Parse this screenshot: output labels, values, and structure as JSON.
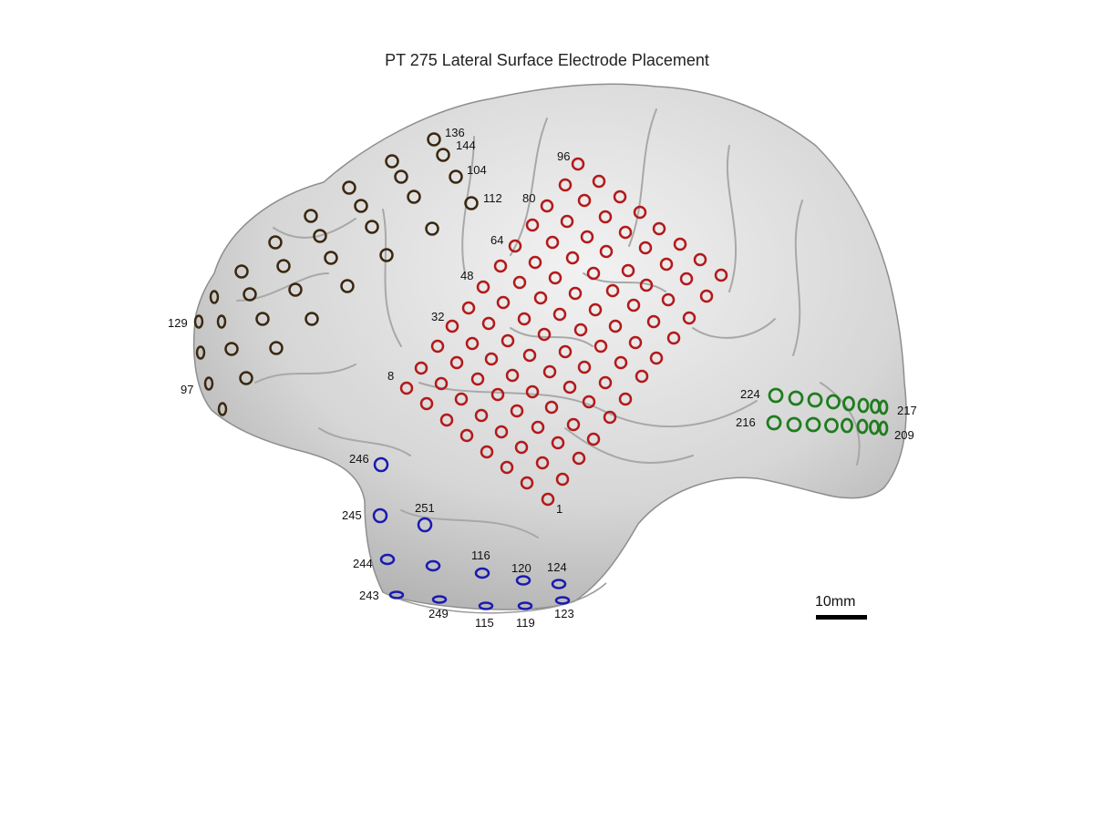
{
  "title": "PT 275 Lateral Surface Electrode Placement",
  "scale_bar": {
    "label": "10mm"
  },
  "colors": {
    "frontal_grid": "#3a2810",
    "central_grid": "#b3191a",
    "occipital_strip": "#1e7d1e",
    "temporal_strip": "#1a1ab0",
    "brain_fill": "#dcdcdc",
    "brain_edge": "#9a9a9a"
  },
  "labels": {
    "e136": "136",
    "e144": "144",
    "e104": "104",
    "e112": "112",
    "e129": "129",
    "e97": "97",
    "e96": "96",
    "e80": "80",
    "e64": "64",
    "e48": "48",
    "e32": "32",
    "e8": "8",
    "e1": "1",
    "e224": "224",
    "e216": "216",
    "e217": "217",
    "e209": "209",
    "e246": "246",
    "e245": "245",
    "e251": "251",
    "e244": "244",
    "e243": "243",
    "e116": "116",
    "e249": "249",
    "e115": "115",
    "e120": "120",
    "e119": "119",
    "e124": "124",
    "e123": "123"
  }
}
